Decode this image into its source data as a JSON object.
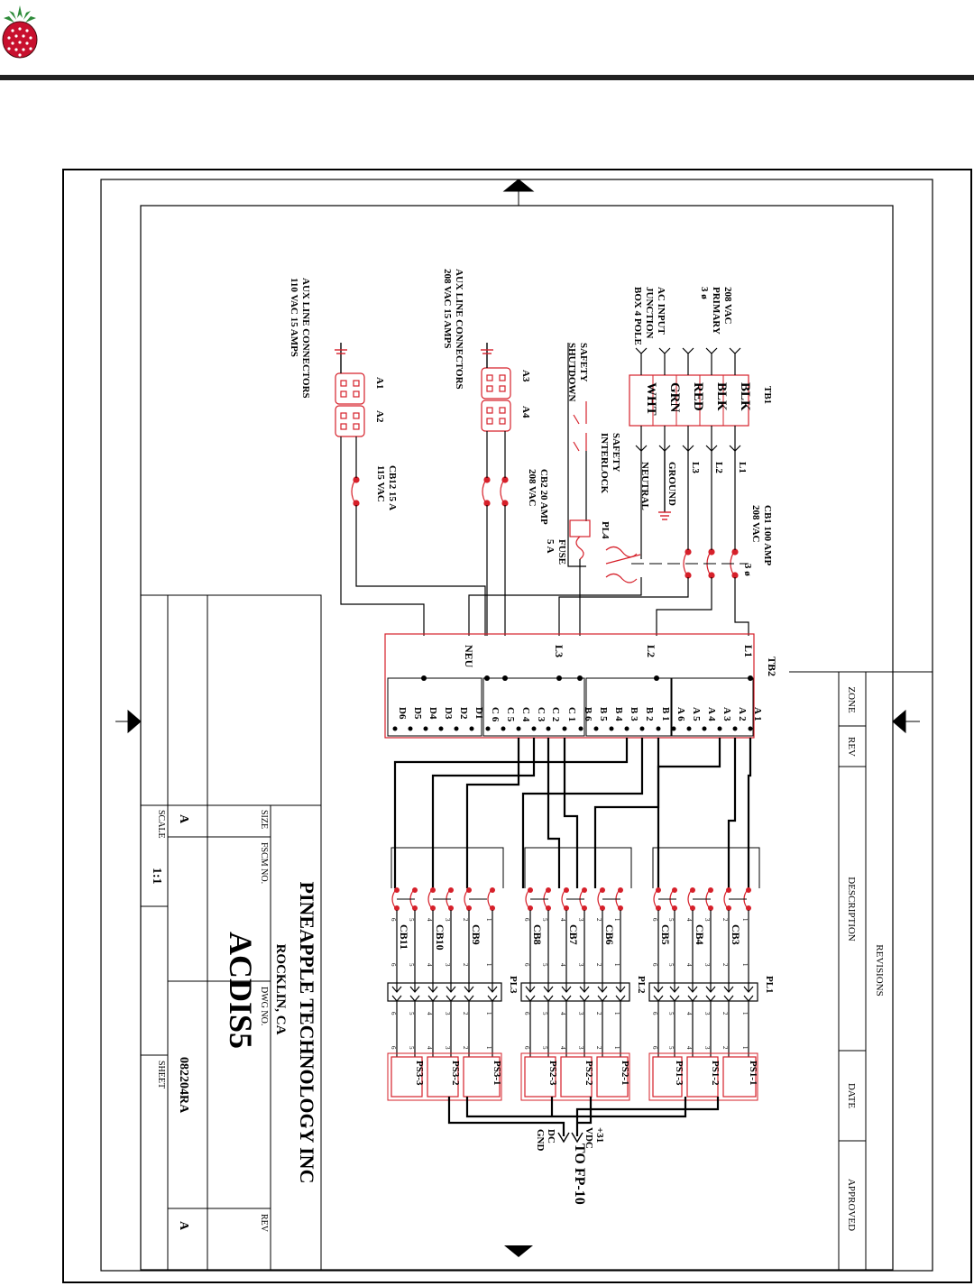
{
  "colors": {
    "wire": "#000000",
    "component": "#d6202a",
    "border": "#000000",
    "logo_fruit": "#c8102e",
    "logo_leaf": "#2e8b3a"
  },
  "inputs": {
    "ac_input": [
      "208 VAC",
      "PRIMARY",
      "3 ø",
      "AC INPUT",
      "JUNCTION",
      "BOX 4 POLE"
    ],
    "tb1": {
      "title": "TB1",
      "colors": [
        "BLK",
        "BLK",
        "RED",
        "GRN",
        "WHT"
      ]
    },
    "lines": [
      "L1",
      "L2",
      "L3",
      "GROUND",
      "NEUTRAL"
    ],
    "safety_shutdown": [
      "SAFETY",
      "SHUTDOWN"
    ],
    "safety_interlock": [
      "SAFETY",
      "INTERLOCK"
    ],
    "pl4": "PL4",
    "fuse": [
      "FUSE",
      "5 A"
    ],
    "cb1": [
      "CB1  100 AMP",
      "208 VAC",
      "3 ø"
    ]
  },
  "aux": {
    "aux208": [
      "AUX LINE CONNECTORS",
      "208 VAC 15 AMPS"
    ],
    "aux110": [
      "AUX LINE CONNECTORS",
      "110 VAC 15 AMPS"
    ],
    "a3": "A3",
    "a4": "A4",
    "a1": "A1",
    "a2": "A2",
    "cb2": [
      "CB2 20 AMP",
      "208 VAC"
    ],
    "cb12": [
      "CB12 15 A",
      "115 VAC"
    ]
  },
  "tb2": {
    "title": "TB2",
    "groups": [
      "L1",
      "L2",
      "L3",
      "NEU"
    ],
    "terminals": [
      "A 1",
      "A 2",
      "A 3",
      "A 4",
      "A 5",
      "A 6",
      "B 1",
      "B 2",
      "B 3",
      "B 4",
      "B 5",
      "B 6",
      "C 1",
      "C 2",
      "C 3",
      "C 4",
      "C 5",
      "C 6",
      "D1",
      "D2",
      "D3",
      "D4",
      "D5",
      "D6"
    ]
  },
  "breakers": [
    "CB3",
    "CB4",
    "CB5",
    "CB6",
    "CB7",
    "CB8",
    "CB9",
    "CB10",
    "CB11"
  ],
  "plugs": [
    "PL1",
    "PL2",
    "PL3"
  ],
  "supplies": [
    "PS1-1",
    "PS1-2",
    "PS1-3",
    "PS2-1",
    "PS2-2",
    "PS2-3",
    "PS3-1",
    "PS3-2",
    "PS3-3"
  ],
  "pins": [
    "1",
    "2",
    "3",
    "4",
    "5",
    "6"
  ],
  "output": {
    "pos": [
      "+31",
      "VDC"
    ],
    "neg": [
      "DC",
      "GND"
    ],
    "dest": "TO FP-10"
  },
  "title_block": {
    "company": "PINEAPPLE TECHNOLOGY INC",
    "city": "ROCKLIN, CA",
    "drawing_title": "ACDIS5",
    "size_label": "SIZE",
    "size": "A",
    "fscm_label": "FSCM  NO.",
    "dwg_label": "DWG  NO.",
    "dwg_no": "082204RA",
    "rev_label": "REV",
    "rev": "A",
    "scale_label": "SCALE",
    "scale": "1:1",
    "sheet_label": "SHEET"
  },
  "revisions": {
    "title": "REVISIONS",
    "columns": [
      "ZONE",
      "REV",
      "DESCRIPTION",
      "DATE",
      "APPROVED"
    ]
  }
}
